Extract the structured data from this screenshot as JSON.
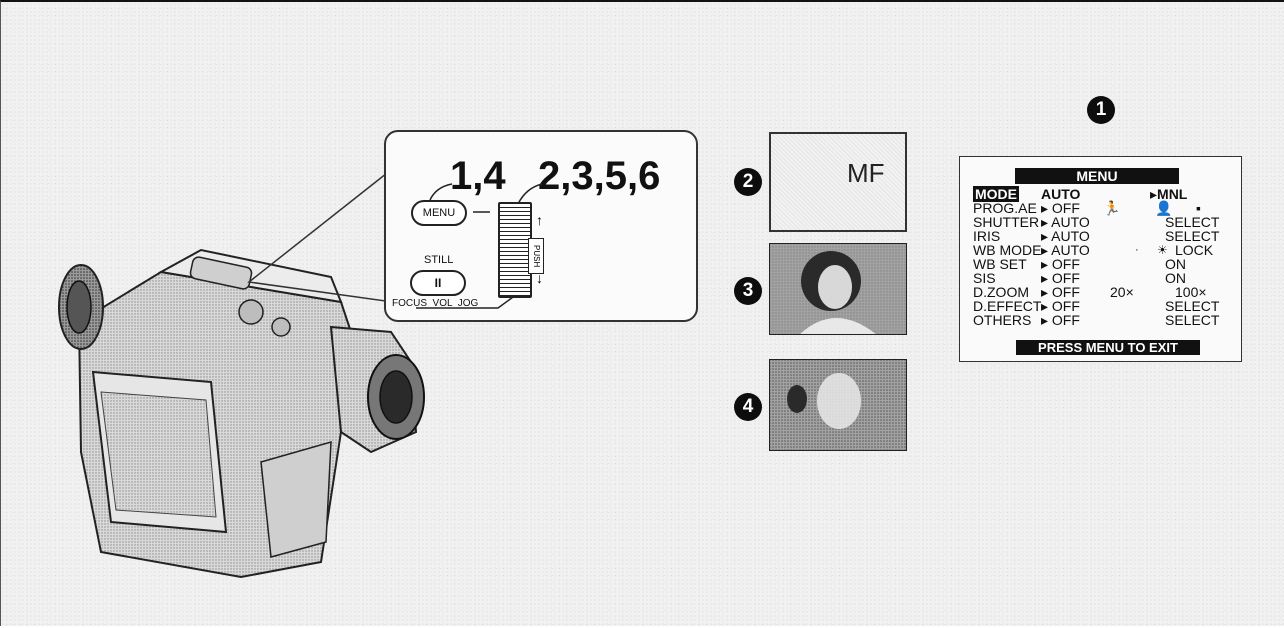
{
  "callout": {
    "step_left": "1,4",
    "step_right": "2,3,5,6",
    "menu_button": "MENU",
    "still_label": "STILL",
    "pause_symbol": "II",
    "bottom_labels": "FOCUS  VOL  JOG",
    "push_label": "PUSH"
  },
  "badges": {
    "b1": "1",
    "b2": "2",
    "b3": "3",
    "b4": "4"
  },
  "screen2": {
    "text": "MF"
  },
  "menu": {
    "title": "MENU",
    "rows": [
      {
        "label": "MODE",
        "c2": "AUTO",
        "c3": "",
        "c4": "▸MNL"
      },
      {
        "label": "PROG.AE",
        "c2": "▸ OFF",
        "c3": "",
        "c4": ""
      },
      {
        "label": "SHUTTER",
        "c2": "▸ AUTO",
        "c3": "",
        "c4": "SELECT"
      },
      {
        "label": "IRIS",
        "c2": "▸ AUTO",
        "c3": "",
        "c4": "SELECT"
      },
      {
        "label": "WB MODE",
        "c2": "▸ AUTO",
        "c3": "",
        "c4": "LOCK"
      },
      {
        "label": "WB SET",
        "c2": "▸ OFF",
        "c3": "",
        "c4": "ON"
      },
      {
        "label": "SIS",
        "c2": "▸ OFF",
        "c3": "",
        "c4": "ON"
      },
      {
        "label": "D.ZOOM",
        "c2": "▸ OFF",
        "c3": "20×",
        "c4": "100×"
      },
      {
        "label": "D.EFFECT",
        "c2": "▸ OFF",
        "c3": "",
        "c4": "SELECT"
      },
      {
        "label": "OTHERS",
        "c2": "▸ OFF",
        "c3": "",
        "c4": "SELECT"
      }
    ],
    "footer": "PRESS MENU TO EXIT"
  }
}
